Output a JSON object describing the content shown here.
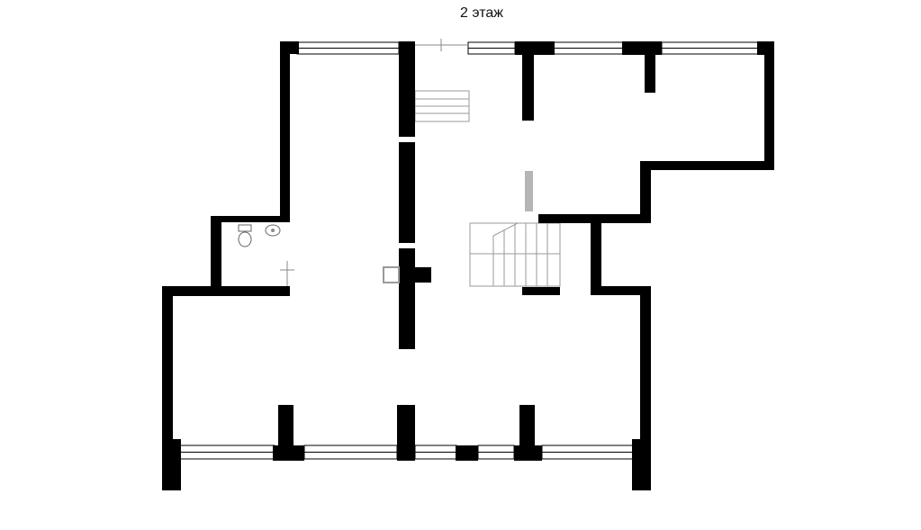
{
  "floor_plan": {
    "title": "2 этаж",
    "wall_color": "#000000",
    "background_color": "#ffffff",
    "fixtures": [
      "toilet-icon",
      "sink-icon",
      "staircase",
      "stair-opening"
    ]
  }
}
